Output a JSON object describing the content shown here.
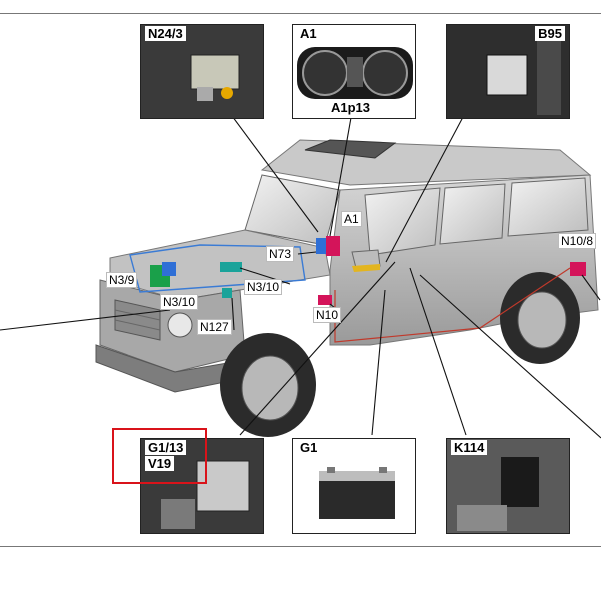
{
  "insets": {
    "n24_3": "N24/3",
    "a1": "A1",
    "a1p13": "A1p13",
    "b95": "B95",
    "g1_13": "G1/13",
    "v19": "V19",
    "g1": "G1",
    "k114": "K114"
  },
  "callouts": {
    "a1": "A1",
    "n73": "N73",
    "n3_9": "N3/9",
    "n3_10_left": "N3/10",
    "n3_10_right": "N3/10",
    "n127": "N127",
    "n10": "N10",
    "n10_8": "N10/8"
  },
  "colors": {
    "highlight": "#d9131a",
    "component_magenta": "#d4145a",
    "component_blue": "#2f6fd6",
    "component_green": "#1aa04a",
    "component_teal": "#1aa39a",
    "wiring_red": "#c0392b",
    "wiring_blue": "#3a7bd5"
  }
}
